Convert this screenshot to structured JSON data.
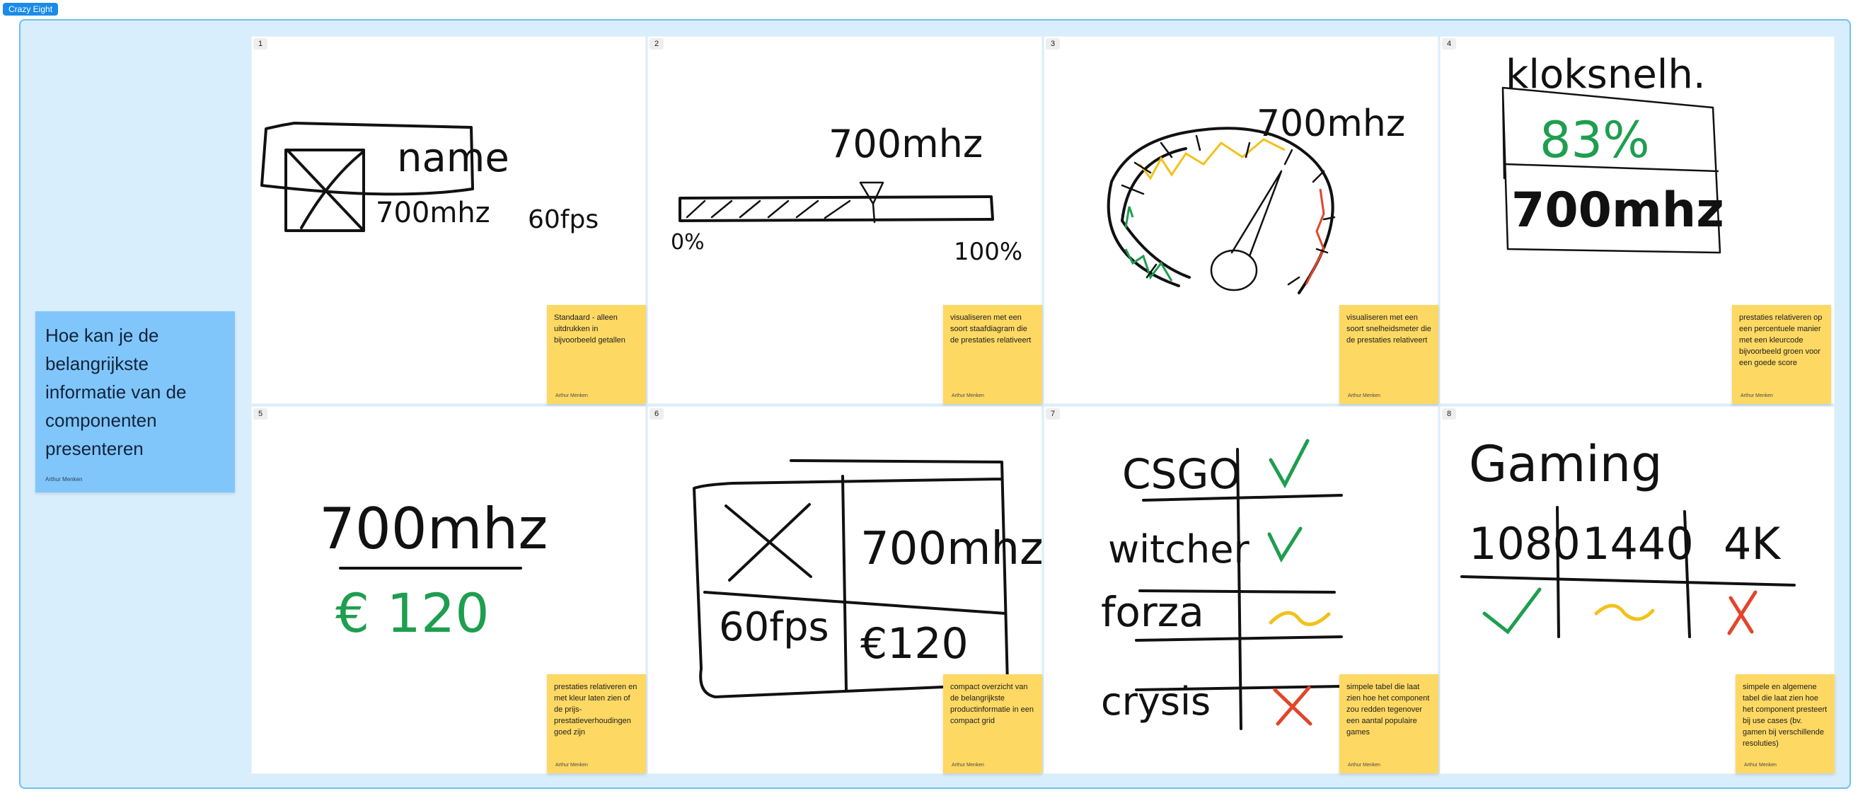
{
  "frame": {
    "label": "Crazy Eight"
  },
  "question": {
    "text": "Hoe kan je de belangrijkste informatie van de componenten presenteren",
    "author": "Arthur Menken"
  },
  "cells": [
    {
      "number": "1",
      "note": "Standaard - alleen uitdrukken in bijvoorbeeld getallen",
      "author": "Arthur Menken"
    },
    {
      "number": "2",
      "note": "visualiseren met een soort staafdiagram die de prestaties relativeert",
      "author": "Arthur Menken"
    },
    {
      "number": "3",
      "note": "visualiseren met een soort snelheidsmeter die de prestaties relativeert",
      "author": "Arthur Menken"
    },
    {
      "number": "4",
      "note": "prestaties relativeren op een percentuele manier met een kleurcode bijvoorbeeld groen voor een goede score",
      "author": "Arthur Menken"
    },
    {
      "number": "5",
      "note": "prestaties relativeren en met kleur laten zien of de prijs-prestatieverhoudingen goed zijn",
      "author": "Arthur Menken"
    },
    {
      "number": "6",
      "note": "compact overzicht van de belangrijkste productinformatie in een compact grid",
      "author": "Arthur Menken"
    },
    {
      "number": "7",
      "note": "simpele tabel die laat zien hoe het component zou redden tegenover een aantal populaire games",
      "author": "Arthur Menken"
    },
    {
      "number": "8",
      "note": "simpele en algemene tabel die laat zien hoe het component presteert bij use cases (bv. gamen bij verschillende resoluties)",
      "author": "Arthur Menken"
    }
  ],
  "sketches": {
    "s1": {
      "name": "name",
      "mhz": "700mhz",
      "fps": "60fps"
    },
    "s2": {
      "mhz": "700mhz",
      "min": "0%",
      "max": "100%"
    },
    "s3": {
      "mhz": "700mhz"
    },
    "s4": {
      "title": "kloksnelh.",
      "percent": "83%",
      "mhz": "700mhz"
    },
    "s5": {
      "mhz": "700mhz",
      "price": "€ 120"
    },
    "s6": {
      "mhz": "700mhz",
      "fps": "60fps",
      "price": "€120"
    },
    "s7": {
      "games": [
        "CSGO",
        "witcher",
        "forza",
        "crysis"
      ]
    },
    "s8": {
      "title": "Gaming",
      "resolutions": [
        "1080",
        "1440",
        "4K"
      ]
    }
  },
  "colors": {
    "frame_bg": "#d8eefc",
    "frame_border": "#6cc0ef",
    "question_bg": "#80c6fb",
    "sticky_bg": "#fdd863",
    "good": "#1e9e4f",
    "medium": "#f2c21b",
    "bad": "#e2452b"
  }
}
